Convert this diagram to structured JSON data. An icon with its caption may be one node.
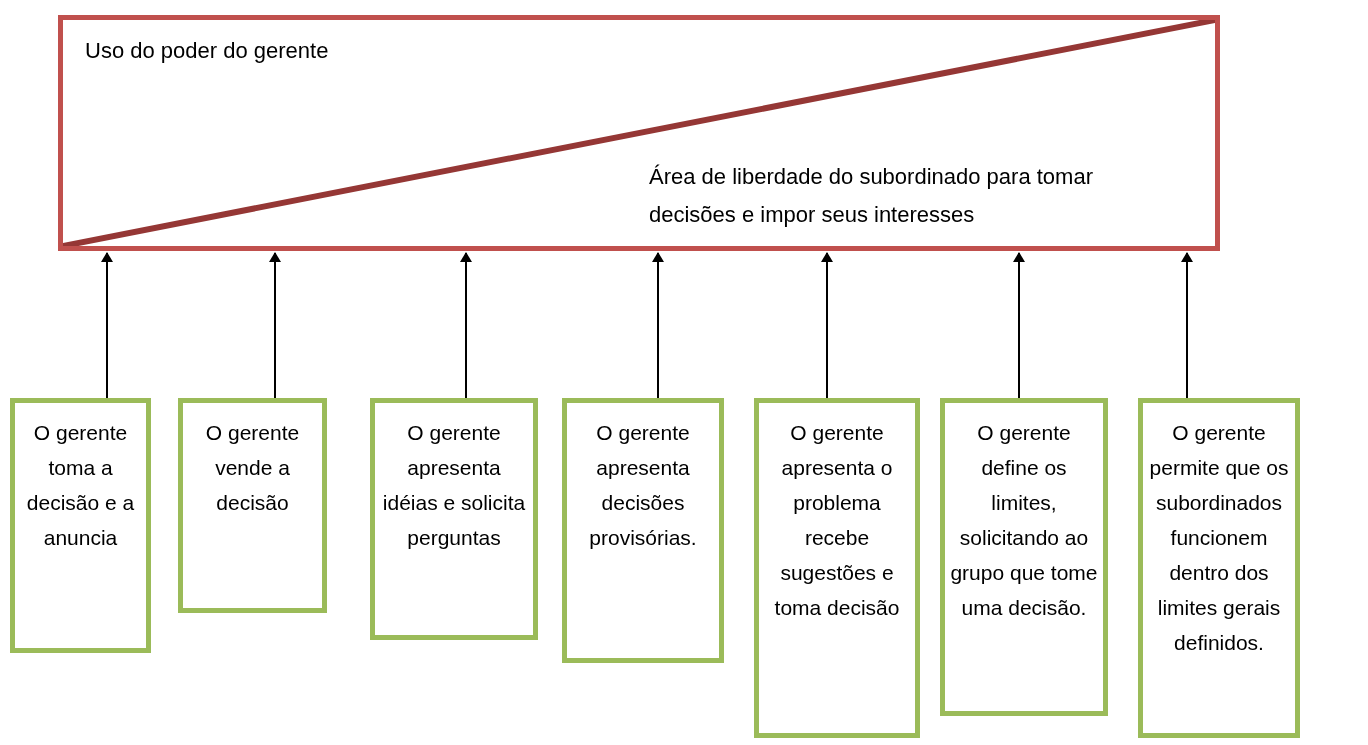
{
  "diagram": {
    "nodes": [
      {
        "text": [
          "Uso do poder do gerente",
          "Área de liberdade do subordinado para tomar decisões e impor seus interesses"
        ]
      },
      {
        "text": [
          "O gerente toma a decisão e a anuncia"
        ]
      },
      {
        "text": [
          "O gerente vende a decisão"
        ]
      },
      {
        "text": [
          "O gerente apresenta idéias e solicita perguntas"
        ]
      },
      {
        "text": [
          "O gerente apresenta decisões provisórias."
        ]
      },
      {
        "text": [
          "O gerente apresenta o problema recebe sugestões e toma decisão"
        ]
      },
      {
        "text": [
          "O gerente define os limites, solicitando ao grupo que tome uma decisão."
        ]
      },
      {
        "text": [
          "O gerente permite que os subordinados funcionem dentro dos limites gerais definidos."
        ]
      }
    ],
    "edges": [
      {
        "from": 1,
        "to": 0,
        "arrow": "to"
      },
      {
        "from": 2,
        "to": 0,
        "arrow": "to"
      },
      {
        "from": 3,
        "to": 0,
        "arrow": "to"
      },
      {
        "from": 4,
        "to": 0,
        "arrow": "to"
      },
      {
        "from": 5,
        "to": 0,
        "arrow": "to"
      },
      {
        "from": 6,
        "to": 0,
        "arrow": "to"
      },
      {
        "from": 7,
        "to": 0,
        "arrow": "to"
      }
    ]
  }
}
